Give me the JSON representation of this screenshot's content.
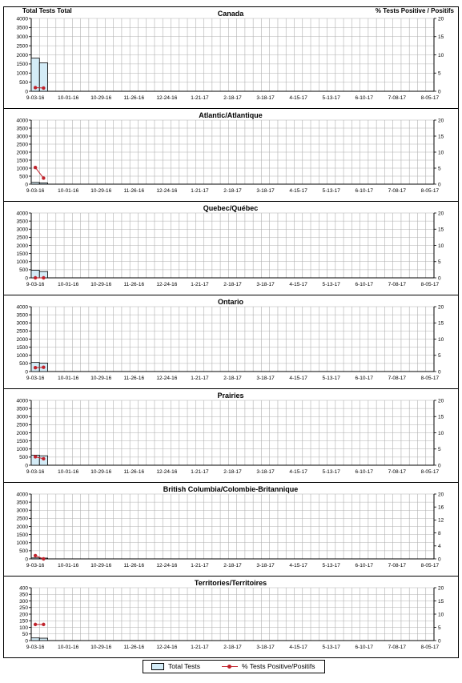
{
  "header": {
    "left_label": "Total Tests Total",
    "right_label": "% Tests Positive / Positifs"
  },
  "x_tick_labels": [
    "9-03-16",
    "10-01-16",
    "10-29-16",
    "11-26-16",
    "12-24-16",
    "1-21-17",
    "2-18-17",
    "3-18-17",
    "4-15-17",
    "5-13-17",
    "6-10-17",
    "7-08-17",
    "8-05-17"
  ],
  "legend": {
    "bar_label": "Total Tests",
    "line_label": "% Tests Positive/Positifs"
  },
  "colors": {
    "bar_fill": "#d4ecf7",
    "bar_stroke": "#000000",
    "line": "#c0232c",
    "grid": "#b0b0b0"
  },
  "chart_data": [
    {
      "type": "bar",
      "title": "Canada",
      "y_ticks": [
        0,
        500,
        1000,
        1500,
        2000,
        2500,
        3000,
        3500,
        4000
      ],
      "y2_ticks": [
        0,
        5,
        10,
        15,
        20
      ],
      "ylim": [
        0,
        4000
      ],
      "y2lim": [
        0,
        20
      ],
      "series": [
        {
          "name": "Total Tests",
          "kind": "bar",
          "values": [
            1820,
            1560
          ]
        },
        {
          "name": "% Tests Positive/Positifs",
          "kind": "line",
          "values": [
            1.0,
            0.9
          ]
        }
      ]
    },
    {
      "type": "bar",
      "title": "Atlantic/Atlantique",
      "y_ticks": [
        0,
        500,
        1000,
        1500,
        2000,
        2500,
        3000,
        3500,
        4000
      ],
      "y2_ticks": [
        0,
        5,
        10,
        15,
        20
      ],
      "ylim": [
        0,
        4000
      ],
      "y2lim": [
        0,
        20
      ],
      "series": [
        {
          "name": "Total Tests",
          "kind": "bar",
          "values": [
            110,
            80
          ]
        },
        {
          "name": "% Tests Positive/Positifs",
          "kind": "line",
          "values": [
            5.2,
            1.9
          ]
        }
      ]
    },
    {
      "type": "bar",
      "title": "Quebec/Québec",
      "y_ticks": [
        0,
        500,
        1000,
        1500,
        2000,
        2500,
        3000,
        3500,
        4000
      ],
      "y2_ticks": [
        0,
        5,
        10,
        15,
        20
      ],
      "ylim": [
        0,
        4000
      ],
      "y2lim": [
        0,
        20
      ],
      "series": [
        {
          "name": "Total Tests",
          "kind": "bar",
          "values": [
            470,
            390
          ]
        },
        {
          "name": "% Tests Positive/Positifs",
          "kind": "line",
          "values": [
            0.0,
            0.0
          ]
        }
      ]
    },
    {
      "type": "bar",
      "title": "Ontario",
      "y_ticks": [
        0,
        500,
        1000,
        1500,
        2000,
        2500,
        3000,
        3500,
        4000
      ],
      "y2_ticks": [
        0,
        5,
        10,
        15,
        20
      ],
      "ylim": [
        0,
        4000
      ],
      "y2lim": [
        0,
        20
      ],
      "series": [
        {
          "name": "Total Tests",
          "kind": "bar",
          "values": [
            560,
            520
          ]
        },
        {
          "name": "% Tests Positive/Positifs",
          "kind": "line",
          "values": [
            1.2,
            1.3
          ]
        }
      ]
    },
    {
      "type": "bar",
      "title": "Prairies",
      "y_ticks": [
        0,
        500,
        1000,
        1500,
        2000,
        2500,
        3000,
        3500,
        4000
      ],
      "y2_ticks": [
        0,
        5,
        10,
        15,
        20
      ],
      "ylim": [
        0,
        4000
      ],
      "y2lim": [
        0,
        20
      ],
      "series": [
        {
          "name": "Total Tests",
          "kind": "bar",
          "values": [
            620,
            580
          ]
        },
        {
          "name": "% Tests Positive/Positifs",
          "kind": "line",
          "values": [
            2.6,
            2.0
          ]
        }
      ]
    },
    {
      "type": "bar",
      "title": "British Columbia/Colombie-Britannique",
      "y_ticks": [
        0,
        500,
        1000,
        1500,
        2000,
        2500,
        3000,
        3500,
        4000
      ],
      "y2_ticks": [
        0,
        4,
        8,
        12,
        16,
        20
      ],
      "ylim": [
        0,
        4000
      ],
      "y2lim": [
        0,
        20
      ],
      "series": [
        {
          "name": "Total Tests",
          "kind": "bar",
          "values": [
            60,
            50
          ]
        },
        {
          "name": "% Tests Positive/Positifs",
          "kind": "line",
          "values": [
            1.0,
            0.0
          ]
        }
      ]
    },
    {
      "type": "bar",
      "title": "Territories/Territoires",
      "y_ticks": [
        0,
        50,
        100,
        150,
        200,
        250,
        300,
        350,
        400
      ],
      "y2_ticks": [
        0,
        5,
        10,
        15,
        20
      ],
      "ylim": [
        0,
        400
      ],
      "y2lim": [
        0,
        20
      ],
      "series": [
        {
          "name": "Total Tests",
          "kind": "bar",
          "values": [
            20,
            18
          ]
        },
        {
          "name": "% Tests Positive/Positifs",
          "kind": "line",
          "values": [
            6.1,
            6.1
          ]
        }
      ]
    }
  ]
}
